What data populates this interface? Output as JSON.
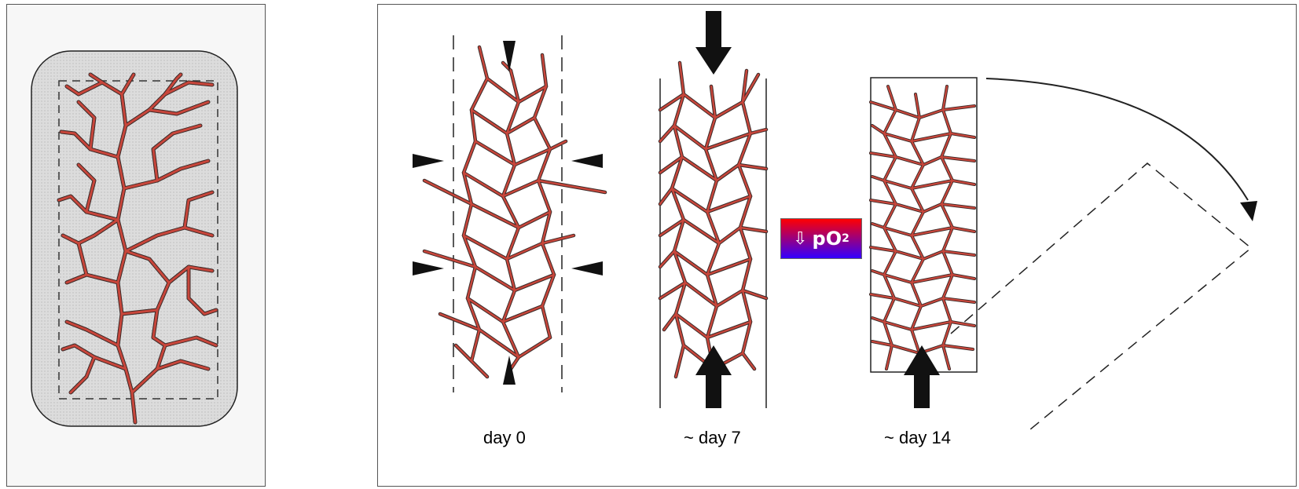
{
  "panels": {
    "left": {
      "description_hidden": ""
    },
    "right": {
      "stages": [
        {
          "label": "day 0"
        },
        {
          "label": "~ day 7"
        },
        {
          "label": "~ day 14"
        }
      ],
      "badge": {
        "arrow": "⇩",
        "text": "pO",
        "subscript": "2"
      }
    }
  },
  "colors": {
    "vessel": "#c8463b",
    "vessel_outline": "#3a2a28",
    "badge_top": "#ff0000",
    "badge_bottom": "#3300ff",
    "dish_fill": "#d9d9d9"
  }
}
